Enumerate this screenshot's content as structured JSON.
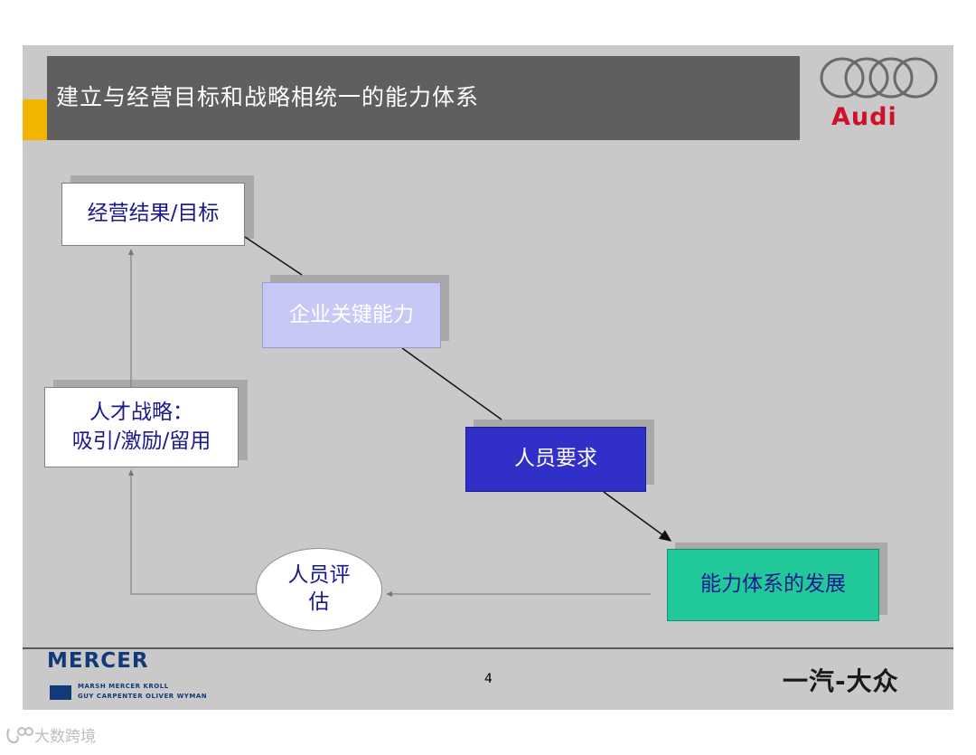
{
  "header": {
    "title": "建立与经营目标和战略相统一的能力体系",
    "audi_logo_text": "Audi"
  },
  "diagram": {
    "nodes": [
      {
        "id": "business-results",
        "label": "经营结果/目标"
      },
      {
        "id": "core-capability",
        "label": "企业关键能力"
      },
      {
        "id": "people-requirements",
        "label": "人员要求"
      },
      {
        "id": "capability-development",
        "label": "能力体系的发展"
      },
      {
        "id": "talent-strategy",
        "label_line1": "人才战略：",
        "label_line2": "吸引/激励/留用"
      },
      {
        "id": "people-evaluation",
        "label_line1": "人员评",
        "label_line2": "估"
      }
    ]
  },
  "footer": {
    "mercer": "MERCER",
    "mercer_line1": "MARSH   MERCER   KROLL",
    "mercer_line2": "GUY CARPENTER   OLIVER WYMAN",
    "page_number": "4",
    "faw_vw": "一汽-大众"
  },
  "watermark": {
    "text": "大数跨境"
  },
  "colors": {
    "header_bg": "#5f5f5f",
    "accent_yellow": "#f2b400",
    "slide_bg": "#c9c9c9",
    "text_navy": "#1a1a8c"
  }
}
